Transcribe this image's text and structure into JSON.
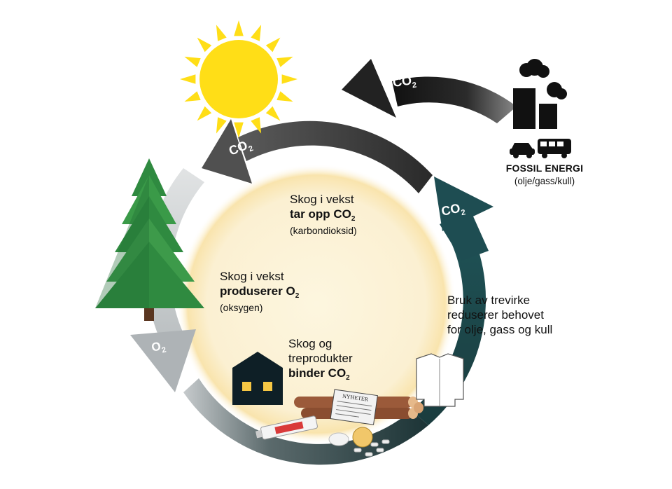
{
  "labels": {
    "co2": "CO",
    "o2": "O",
    "sub2": "2"
  },
  "center_top": {
    "line1": "Skog i vekst",
    "line2_bold": "tar opp CO",
    "line3": "(karbondioksid)"
  },
  "left_mid": {
    "line1": "Skog i vekst",
    "line2_bold": "produserer O",
    "line3": "(oksygen)"
  },
  "bottom_mid": {
    "line1": "Skog og",
    "line2": "treprodukter",
    "line3_bold": "binder CO"
  },
  "right_text": {
    "line1": "Bruk av trevirke",
    "line2": "reduserer behovet",
    "line3": "for olje, gass og kull"
  },
  "fossil": {
    "title": "FOSSIL ENERGI",
    "subtitle": "(olje/gass/kull)"
  },
  "newspaper": {
    "title": "NYHETER"
  },
  "colors": {
    "sun": "#ffde17",
    "tree_light": "#3d9a4a",
    "tree_dark": "#1f6b34",
    "house": "#0e1f26",
    "arrow_dark": "#222222",
    "arrow_gray": "#4a4a4a",
    "arrow_teal": "#1e4d52",
    "arrow_light": "#c9cdd0"
  }
}
